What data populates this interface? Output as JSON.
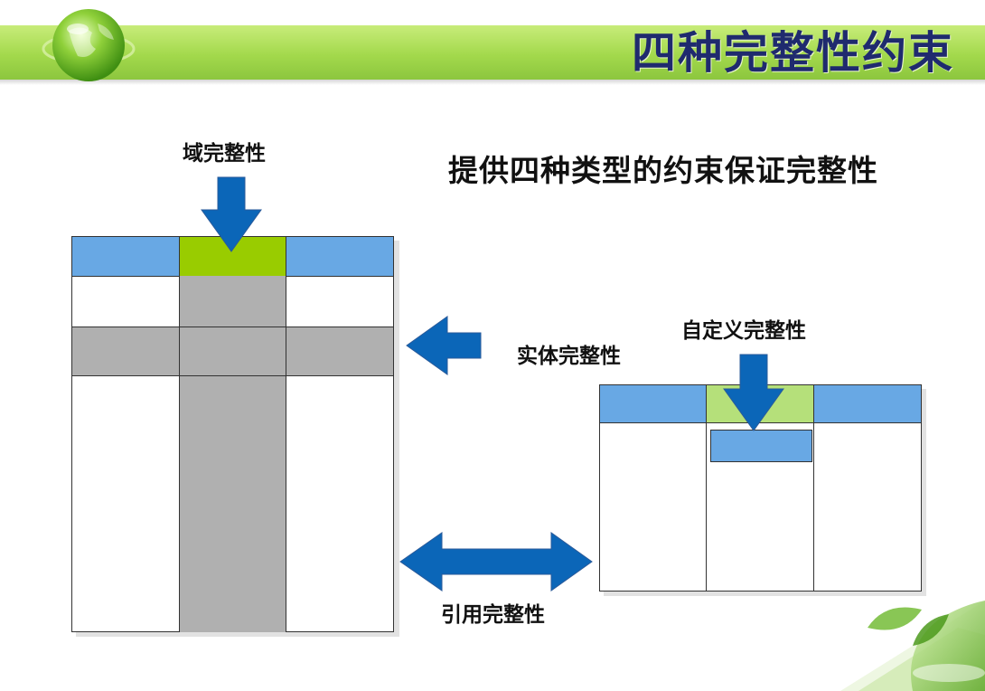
{
  "header": {
    "title": "四种完整性约束",
    "banner_color": "#a3d94c",
    "title_color": "#1f2a6e"
  },
  "subtitle": "提供四种类型的约束保证完整性",
  "labels": {
    "domain": "域完整性",
    "entity": "实体完整性",
    "user_defined": "自定义完整性",
    "referential": "引用完整性"
  },
  "colors": {
    "header_blue": "#68a8e4",
    "highlight_green": "#99cc00",
    "light_green": "#b5e07a",
    "gray": "#b0b0b0",
    "arrow_blue": "#0b66b8"
  },
  "icons": {
    "globe": "globe-icon",
    "corner": "leaf-laptop-icon"
  }
}
